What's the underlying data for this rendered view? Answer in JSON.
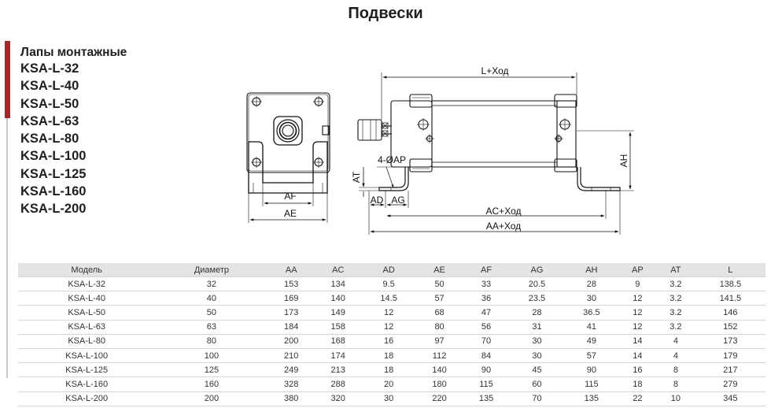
{
  "page": {
    "title": "Подвески"
  },
  "models_block": {
    "heading": "Лапы монтажные",
    "items": [
      "KSA-L-32",
      "KSA-L-40",
      "KSA-L-50",
      "KSA-L-63",
      "KSA-L-80",
      "KSA-L-100",
      "KSA-L-125",
      "KSA-L-160",
      "KSA-L-200"
    ]
  },
  "drawing": {
    "labels": {
      "L": "L+Ход",
      "AF": "AF",
      "AE": "AE",
      "AT": "AT",
      "AP": "4-ØAP",
      "AD": "AD",
      "AG": "AG",
      "AH": "AH",
      "AC": "AC+Ход",
      "AA": "AA+Ход"
    }
  },
  "table": {
    "headers": [
      "Модель",
      "Диаметр",
      "AA",
      "AC",
      "AD",
      "AE",
      "AF",
      "AG",
      "AH",
      "AP",
      "AT",
      "L"
    ],
    "rows": [
      [
        "KSA-L-32",
        "32",
        "153",
        "134",
        "9.5",
        "50",
        "33",
        "20.5",
        "28",
        "9",
        "3.2",
        "138.5"
      ],
      [
        "KSA-L-40",
        "40",
        "169",
        "140",
        "14.5",
        "57",
        "36",
        "23.5",
        "30",
        "12",
        "3.2",
        "141.5"
      ],
      [
        "KSA-L-50",
        "50",
        "173",
        "149",
        "12",
        "68",
        "47",
        "28",
        "36.5",
        "12",
        "3.2",
        "146"
      ],
      [
        "KSA-L-63",
        "63",
        "184",
        "158",
        "12",
        "80",
        "56",
        "31",
        "41",
        "12",
        "3.2",
        "152"
      ],
      [
        "KSA-L-80",
        "80",
        "200",
        "168",
        "16",
        "97",
        "70",
        "30",
        "49",
        "14",
        "4",
        "173"
      ],
      [
        "KSA-L-100",
        "100",
        "210",
        "174",
        "18",
        "112",
        "84",
        "30",
        "57",
        "14",
        "4",
        "179"
      ],
      [
        "KSA-L-125",
        "125",
        "249",
        "213",
        "18",
        "140",
        "90",
        "45",
        "90",
        "16",
        "8",
        "217"
      ],
      [
        "KSA-L-160",
        "160",
        "328",
        "288",
        "20",
        "180",
        "115",
        "60",
        "115",
        "18",
        "8",
        "279"
      ],
      [
        "KSA-L-200",
        "200",
        "380",
        "320",
        "30",
        "220",
        "135",
        "70",
        "135",
        "22",
        "10",
        "345"
      ]
    ]
  }
}
